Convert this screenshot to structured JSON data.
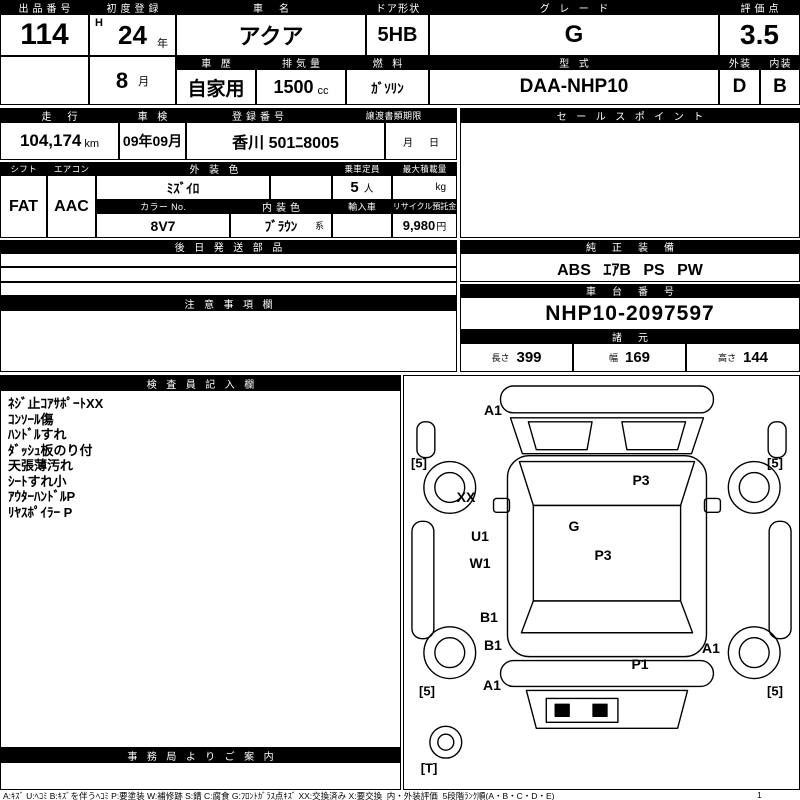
{
  "top": {
    "exhibit_no_label": "出品番号",
    "exhibit_no": "114",
    "first_reg_label": "初度登録",
    "first_reg_era": "H",
    "first_reg_year": "24",
    "year_suffix": "年",
    "first_reg_month": "8",
    "month_suffix": "月",
    "car_name_label": "車名",
    "car_name": "アクア",
    "door_label": "ドア形状",
    "door": "5HB",
    "grade_label": "グレード",
    "grade": "G",
    "score_label": "評価点",
    "score": "3.5",
    "exterior_label": "外装",
    "exterior_grade": "D",
    "interior_label": "内装",
    "interior_grade": "B",
    "history_label": "車歴",
    "history": "自家用",
    "displacement_label": "排気量",
    "displacement": "1500",
    "displacement_unit": "cc",
    "fuel_label": "燃料",
    "fuel": "ｶﾞｿﾘﾝ",
    "model_label": "型式",
    "model_code": "DAA-NHP10"
  },
  "reg": {
    "mileage_label": "走行",
    "mileage": "104,174",
    "mileage_unit": "km",
    "inspection_label": "車検",
    "inspection": "09年09月",
    "reg_no_label": "登録番号",
    "reg_no": "香川 501ﾆ8005",
    "transfer_label": "譲渡書類期限",
    "transfer_month": "月",
    "transfer_day": "日",
    "sales_point_label": "セールスポイント"
  },
  "equip": {
    "shift_label": "シフト",
    "shift": "FAT",
    "aircon_label": "エアコン",
    "aircon": "AAC",
    "ext_color_label": "外装色",
    "ext_color": "ﾐｽﾞｲﾛ",
    "capacity_label": "乗車定員",
    "capacity": "5",
    "capacity_unit": "人",
    "max_load_label": "最大積載量",
    "max_load_unit": "kg",
    "color_no_label": "カラー No.",
    "color_no": "8V7",
    "int_color_label": "内装色",
    "int_color": "ﾌﾞﾗｳﾝ",
    "int_color_suffix": "系",
    "import_label": "輸入車",
    "recycle_label": "リサイクル預託金",
    "recycle_fee": "9,980",
    "recycle_unit": "円"
  },
  "mid": {
    "later_parts_label": "後日発送部品",
    "oem_label": "純正装備",
    "oem_value": "ABS ｴｱB PS PW",
    "caution_label": "注意事項欄",
    "chassis_label": "車台番号",
    "chassis_no": "NHP10-2097597",
    "dims_label": "諸元",
    "length_label": "長さ",
    "length": "399",
    "width_label": "幅",
    "width": "169",
    "height_label": "高さ",
    "height": "144"
  },
  "inspector": {
    "title": "検査員記入欄",
    "notes": [
      "ﾈｼﾞ止ｺｱｻﾎﾟｰﾄXX",
      "ｺﾝｿｰﾙ傷",
      "ﾊﾝﾄﾞﾙすれ",
      "ﾀﾞｯｼｭ板のり付",
      "天張薄汚れ",
      "ｼｰﾄすれ小",
      "ｱｳﾀｰﾊﾝﾄﾞﾙP",
      "ﾘﾔｽﾎﾟｲﾗｰ P"
    ],
    "office_title": "事務局よりご案内"
  },
  "diagram": {
    "marks": [
      "A1",
      "[5]",
      "[5]",
      "XX",
      "P3",
      "G",
      "U1",
      "W1",
      "P3",
      "B1",
      "B1",
      "A1",
      "P1",
      "A1",
      "[5]",
      "[5]",
      "[T]"
    ]
  },
  "legend": {
    "text": "A:ｷｽﾞ U:ﾍｺﾐ B:ｷｽﾞを伴うﾍｺﾐ P:要塗装 W:補修跡 S:錆 C:腐食 G:ﾌﾛﾝﾄｶﾞﾗｽ点ｷｽﾞ XX:交換済み X:要交換  内・外装評価  5段階ﾗﾝｸ順(A・B・C・D・E)",
    "suffix": "1"
  }
}
